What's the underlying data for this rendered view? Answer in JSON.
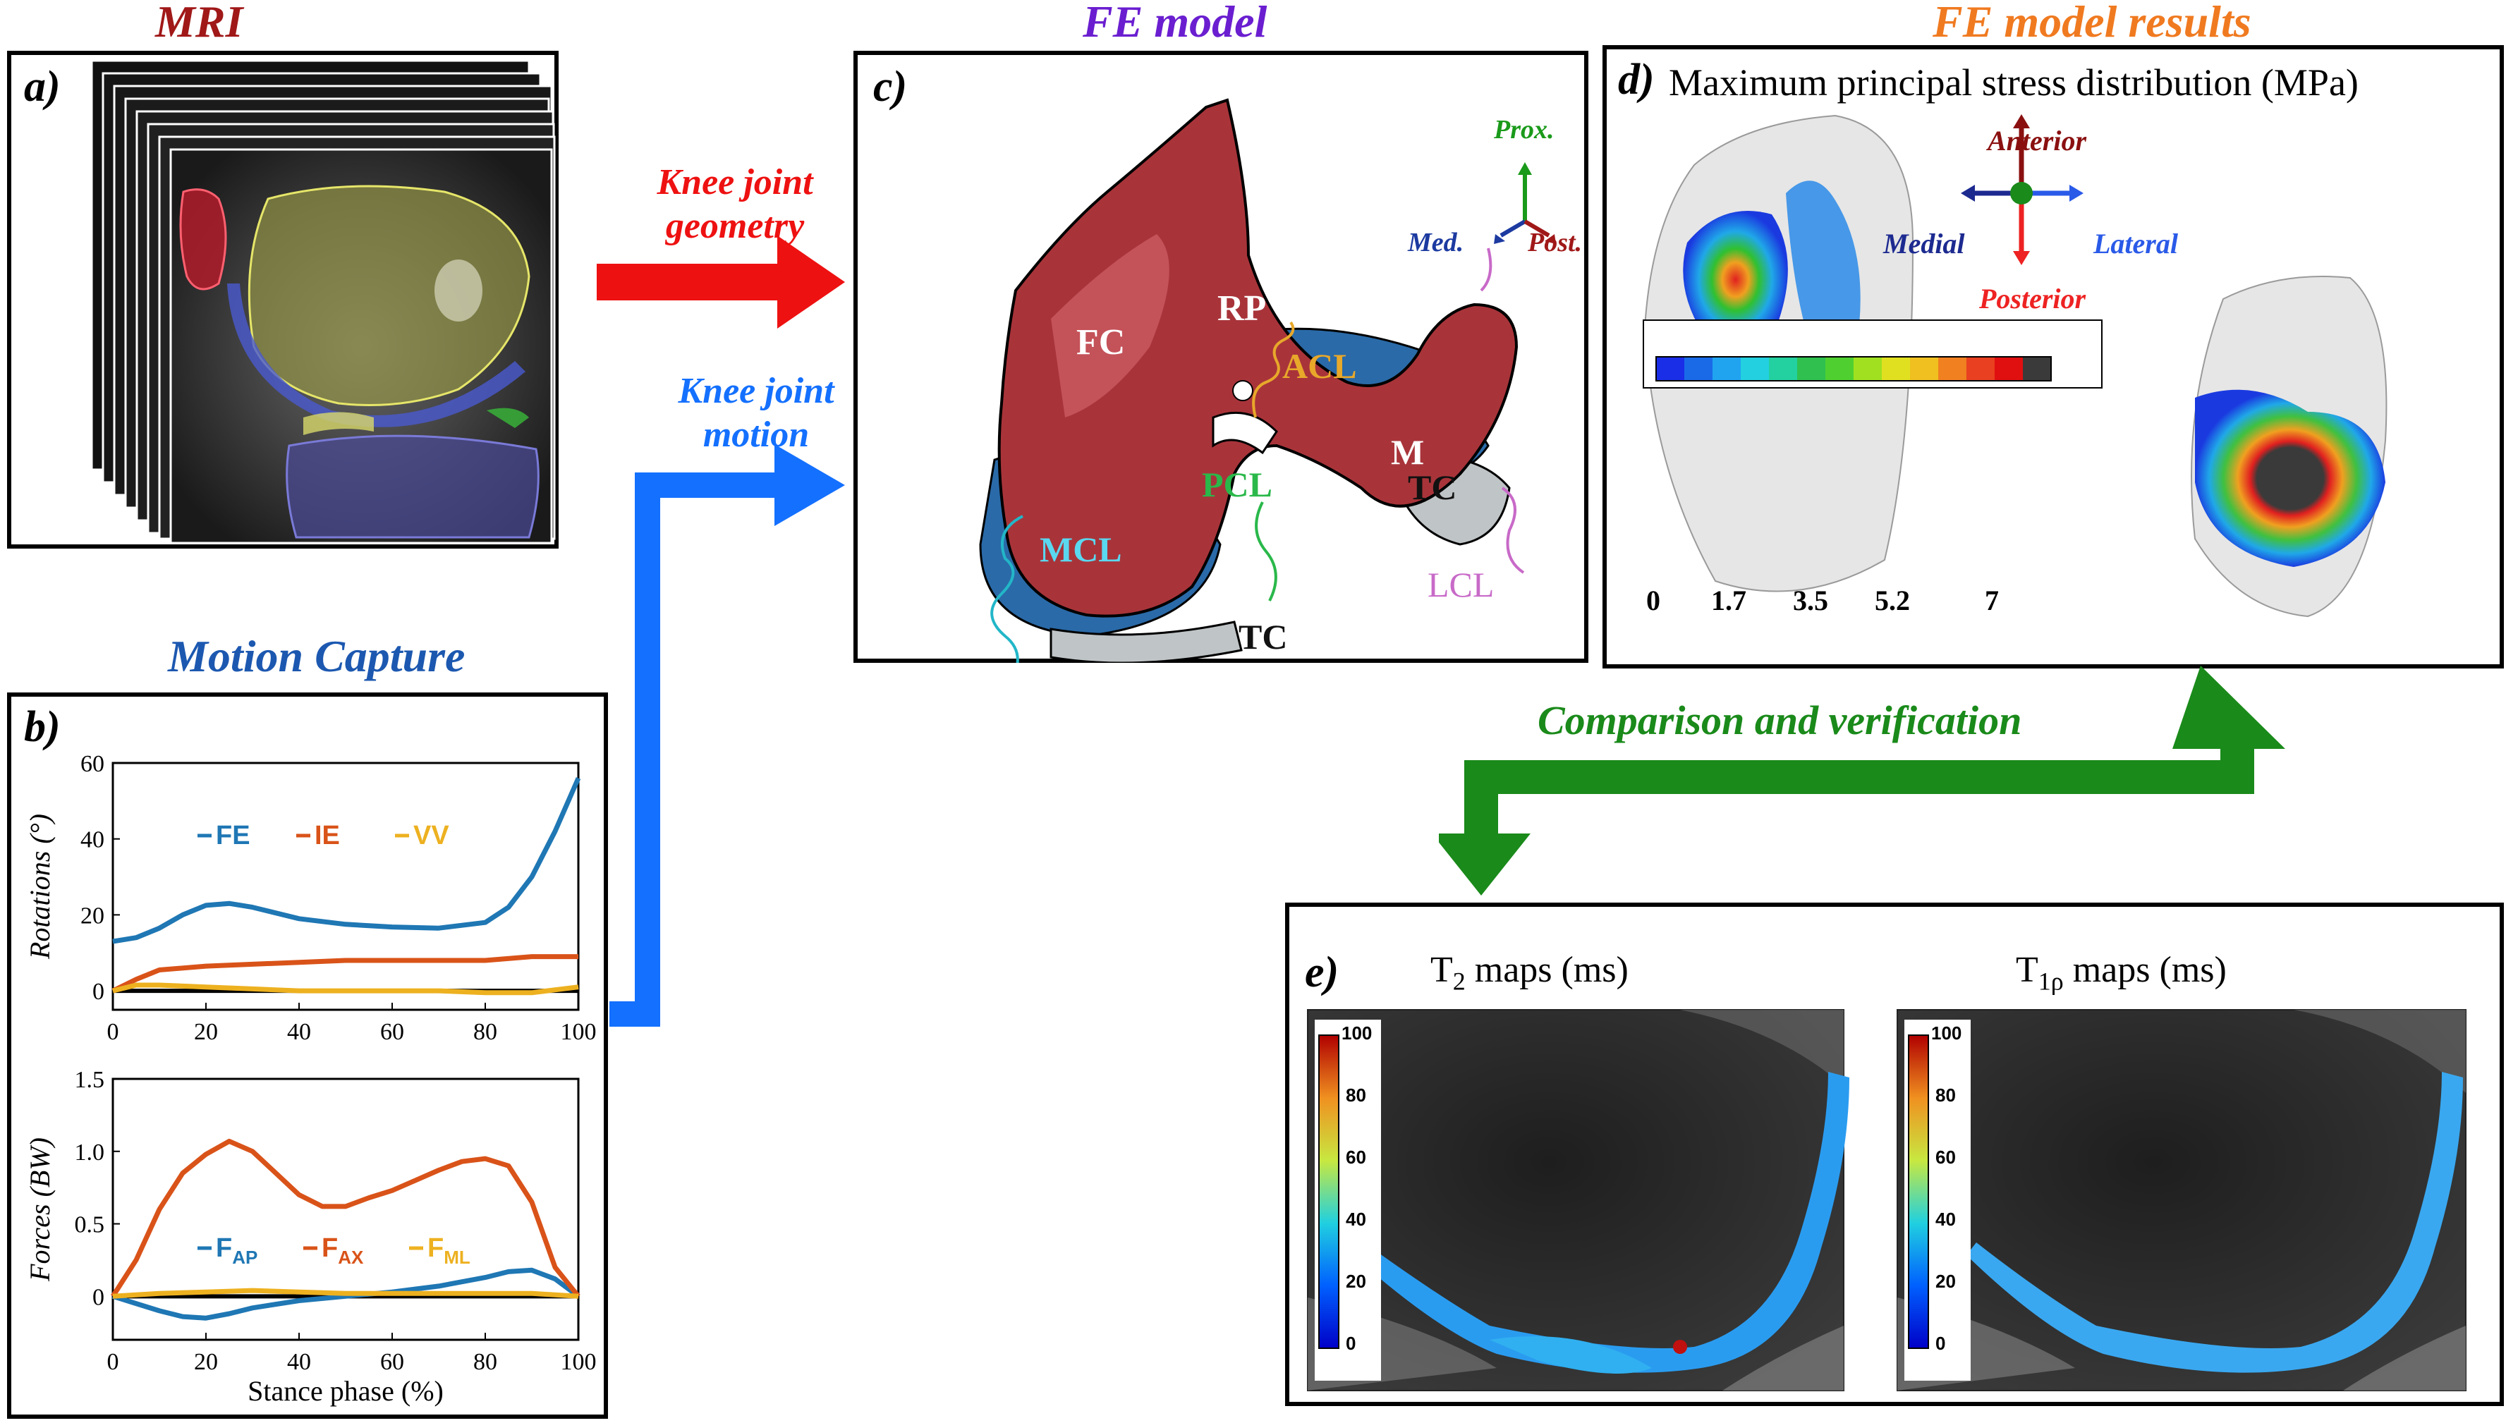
{
  "headers": {
    "mri": "MRI",
    "motion": "Motion Capture",
    "fe_model": "FE model",
    "fe_results": "FE model results",
    "comparison": "Comparison and verification"
  },
  "panel_labels": {
    "a": "a)",
    "b": "b)",
    "c": "c)",
    "d": "d)",
    "e": "e)"
  },
  "arrows": {
    "geometry": [
      "Knee joint",
      "geometry"
    ],
    "motion": [
      "Knee joint",
      "motion"
    ]
  },
  "colors": {
    "mri_header": "#a01818",
    "motion_header": "#1c58b0",
    "fe_model_header": "#6a1ed0",
    "fe_results_header": "#f07a20",
    "geometry_arrow": "#ee1111",
    "motion_arrow": "#1470ff",
    "comparison_arrow": "#1a8a1a",
    "femur": "#a8343a",
    "tibia": "#2a6aa8"
  },
  "fe_model": {
    "labels": {
      "fc": "FC",
      "rp": "RP",
      "acl": "ACL",
      "pcl": "PCL",
      "mcl": "MCL",
      "lcl": "LCL",
      "m": "M",
      "tc_lateral": "TC",
      "tc_medial": "TC"
    },
    "axes": {
      "prox": "Prox.",
      "med": "Med.",
      "post": "Post."
    }
  },
  "fe_results": {
    "title": "Maximum principal stress distribution (MPa)",
    "orientation": {
      "anterior": "Anterior",
      "posterior": "Posterior",
      "medial": "Medial",
      "lateral": "Lateral"
    },
    "colorbar_ticks": [
      "0",
      "1.7",
      "3.5",
      "5.2",
      "7"
    ]
  },
  "mri_panel": {
    "t2_title": "T",
    "t2_sub": "2",
    "t2_suffix": " maps (ms)",
    "t1_title": "T",
    "t1_sub": "1ρ",
    "t1_suffix": " maps (ms)",
    "colorbar_ticks": [
      "100",
      "80",
      "60",
      "40",
      "20",
      "0"
    ]
  },
  "chart_data": [
    {
      "type": "line",
      "ylabel": "Rotations (°)",
      "xlabel": "",
      "xlim": [
        0,
        100
      ],
      "ylim": [
        -5,
        60
      ],
      "xticks": [
        "0",
        "20",
        "40",
        "60",
        "80",
        "100"
      ],
      "yticks": [
        "0",
        "20",
        "40",
        "60"
      ],
      "legend": [
        "FE",
        "IE",
        "VV"
      ],
      "series": [
        {
          "name": "FE",
          "color": "#1f77b4",
          "x": [
            0,
            5,
            10,
            15,
            20,
            25,
            30,
            40,
            50,
            60,
            70,
            80,
            85,
            90,
            95,
            100
          ],
          "y": [
            13,
            14,
            16.5,
            20,
            22.5,
            23,
            22,
            19,
            17.5,
            16.8,
            16.5,
            18,
            22,
            30,
            42,
            56
          ]
        },
        {
          "name": "IE",
          "color": "#d95319",
          "x": [
            0,
            5,
            10,
            20,
            30,
            40,
            50,
            60,
            70,
            80,
            90,
            100
          ],
          "y": [
            0,
            3,
            5.5,
            6.5,
            7,
            7.5,
            8,
            8,
            8,
            8,
            9,
            9
          ]
        },
        {
          "name": "VV",
          "color": "#edb120",
          "x": [
            0,
            5,
            10,
            20,
            30,
            40,
            50,
            60,
            70,
            80,
            90,
            100
          ],
          "y": [
            0,
            1.5,
            1.5,
            1,
            0.5,
            0,
            0,
            0,
            0,
            -0.5,
            -0.5,
            1
          ]
        }
      ]
    },
    {
      "type": "line",
      "ylabel": "Forces (BW)",
      "xlabel": "Stance phase (%)",
      "xlim": [
        0,
        100
      ],
      "ylim": [
        -0.3,
        1.5
      ],
      "xticks": [
        "0",
        "20",
        "40",
        "60",
        "80",
        "100"
      ],
      "yticks": [
        "0",
        "0.5",
        "1.0",
        "1.5"
      ],
      "legend": [
        "F_AP",
        "F_AX",
        "F_ML"
      ],
      "series": [
        {
          "name": "F_AP",
          "color": "#1f77b4",
          "x": [
            0,
            5,
            10,
            15,
            20,
            25,
            30,
            40,
            50,
            60,
            70,
            80,
            85,
            90,
            95,
            100
          ],
          "y": [
            0,
            -0.05,
            -0.1,
            -0.14,
            -0.15,
            -0.12,
            -0.08,
            -0.03,
            0,
            0.03,
            0.07,
            0.13,
            0.17,
            0.18,
            0.12,
            0
          ]
        },
        {
          "name": "F_AX",
          "color": "#d95319",
          "x": [
            0,
            5,
            10,
            15,
            20,
            25,
            30,
            35,
            40,
            45,
            50,
            55,
            60,
            65,
            70,
            75,
            80,
            85,
            90,
            95,
            100
          ],
          "y": [
            0,
            0.25,
            0.6,
            0.85,
            0.98,
            1.07,
            1.0,
            0.85,
            0.7,
            0.62,
            0.62,
            0.68,
            0.73,
            0.8,
            0.87,
            0.93,
            0.95,
            0.9,
            0.65,
            0.2,
            0
          ]
        },
        {
          "name": "F_ML",
          "color": "#edb120",
          "x": [
            0,
            10,
            20,
            30,
            40,
            50,
            60,
            70,
            80,
            90,
            100
          ],
          "y": [
            0,
            0.02,
            0.03,
            0.04,
            0.03,
            0.02,
            0.02,
            0.02,
            0.02,
            0.02,
            0
          ]
        }
      ]
    }
  ]
}
